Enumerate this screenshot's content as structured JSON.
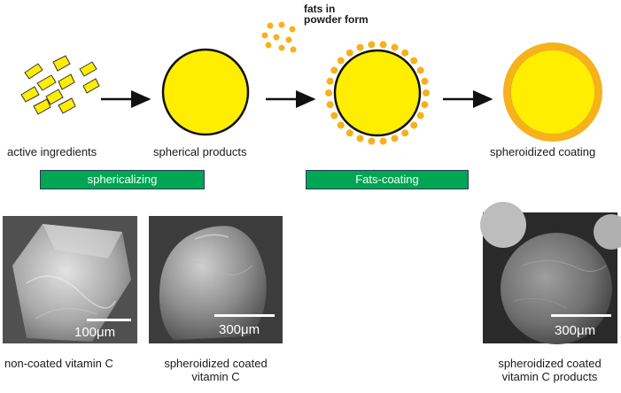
{
  "labels": {
    "active_ingredients": "active ingredients",
    "spherical_products": "spherical products",
    "fats_in_powder_form": "fats in\npowder form",
    "spheroidized_coating": "spheroidized coating"
  },
  "stages": {
    "spherelizing": "sphericalizing",
    "fats_coating": "Fats-coating"
  },
  "micrographs": [
    {
      "scale": "100μm",
      "caption": "non-coated vitamin C"
    },
    {
      "scale": "300μm",
      "caption": "spheroidized coated\nvitamin C"
    },
    {
      "scale": "300μm",
      "caption": "spheroidized coated\nvitamin C products"
    }
  ],
  "colors": {
    "core_yellow": "#ffee00",
    "fat_orange": "#f5b21b",
    "stage_green": "#00a651"
  }
}
